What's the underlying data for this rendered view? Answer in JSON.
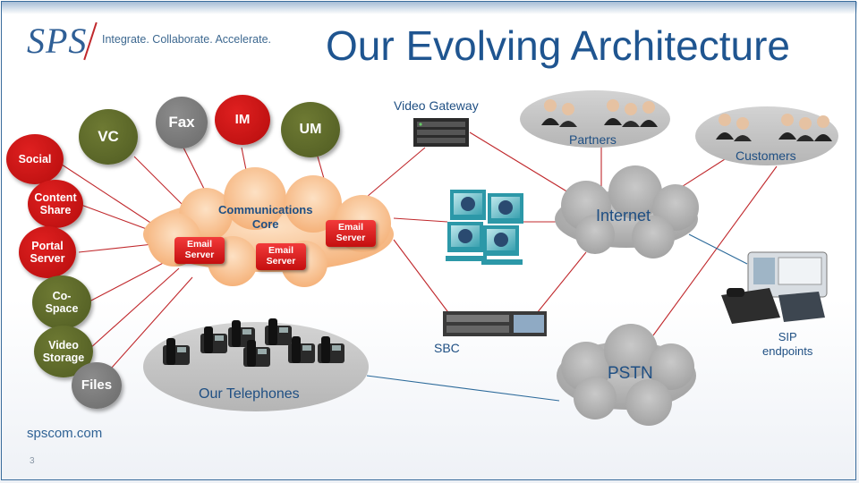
{
  "header": {
    "logo": "SPS",
    "tagline": "Integrate. Collaborate. Accelerate.",
    "title": "Our Evolving Architecture"
  },
  "footer": {
    "url": "spscom.com",
    "page_number": "3"
  },
  "services": {
    "social": "Social",
    "content_share": [
      "Content",
      "Share"
    ],
    "portal_server": [
      "Portal",
      "Server"
    ],
    "co_space": [
      "Co-",
      "Space"
    ],
    "video_storage": [
      "Video",
      "Storage"
    ],
    "files": "Files",
    "vc": "VC",
    "fax": "Fax",
    "im": "IM",
    "um": "UM"
  },
  "core": {
    "label": [
      "Communications",
      "Core"
    ],
    "email_server": [
      "Email",
      "Server"
    ]
  },
  "nodes": {
    "video_gateway": "Video Gateway",
    "partners": "Partners",
    "customers": "Customers",
    "internet": "Internet",
    "pstn": "PSTN",
    "sbc": "SBC",
    "sip_endpoints": [
      "SIP",
      "endpoints"
    ],
    "our_telephones": "Our Telephones"
  },
  "colors": {
    "title_blue": "#1f5590",
    "bubble_red": "#c41414",
    "bubble_olive": "#5a6628",
    "bubble_gray": "#777777",
    "core_cloud": "#f9c89a",
    "network_cloud": "#b8b8b8",
    "link_red": "#c0282c",
    "link_blue": "#2c6a9a"
  }
}
